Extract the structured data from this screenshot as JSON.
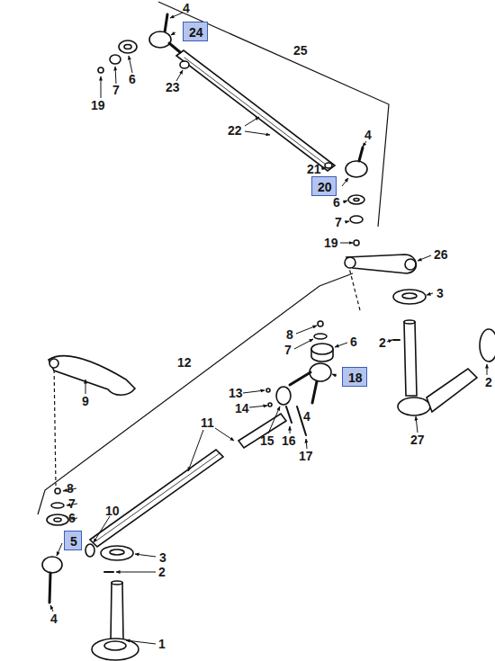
{
  "diagram": {
    "nodes": [
      {
        "text": [
          "24"
        ]
      },
      {
        "text": [
          "20"
        ]
      },
      {
        "text": [
          "18"
        ]
      },
      {
        "text": [
          "5"
        ]
      }
    ],
    "labels": [
      "4",
      "19",
      "7",
      "6",
      "23",
      "25",
      "22",
      "4",
      "21",
      "6",
      "7",
      "19",
      "26",
      "3",
      "12",
      "8",
      "7",
      "6",
      "2",
      "9",
      "13",
      "14",
      "15",
      "16",
      "17",
      "4",
      "27",
      "2",
      "11",
      "10",
      "8",
      "7",
      "6",
      "3",
      "2",
      "4",
      "1"
    ]
  }
}
